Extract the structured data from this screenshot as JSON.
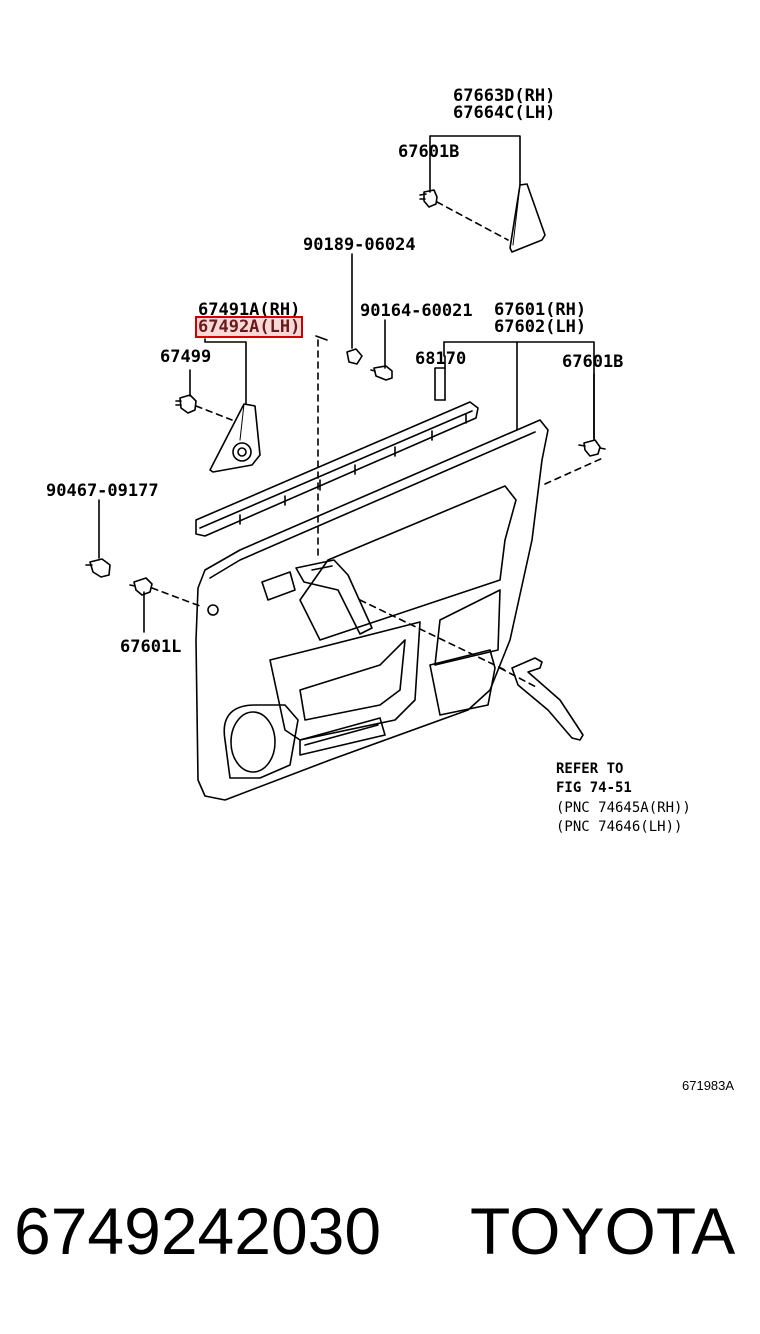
{
  "diagram": {
    "labels": {
      "p67663D": "67663D(RH)",
      "p67664C": "67664C(LH)",
      "p67601B_top": "67601B",
      "p90189": "90189-06024",
      "p67491A": "67491A(RH)",
      "p67492A": "67492A(LH)",
      "p90164": "90164-60021",
      "p67601": "67601(RH)",
      "p67602": "67602(LH)",
      "p67499": "67499",
      "p68170": "68170",
      "p67601B_right": "67601B",
      "p90467": "90467-09177",
      "p67601L": "67601L"
    },
    "refer": {
      "line1": "REFER TO",
      "line2": "FIG 74-51",
      "line3": "(PNC 74645A(RH))",
      "line4": "(PNC 74646(LH))"
    },
    "figure_code": "671983A",
    "highlight_color": "#d40000"
  },
  "footer": {
    "part_number": "6749242030",
    "brand": "TOYOTA"
  }
}
